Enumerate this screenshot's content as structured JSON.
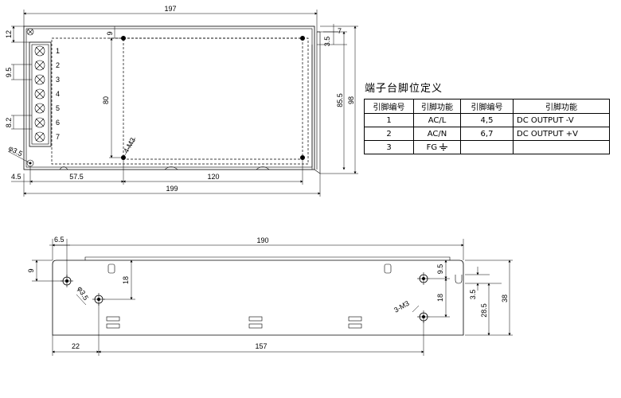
{
  "top_view": {
    "dims": {
      "overall_width_upper": "197",
      "overall_width_lower": "199",
      "overall_height": "98",
      "inner_height": "85.5",
      "mount_height": "80",
      "margin_top": "12",
      "margin_right": "7",
      "offset_9": "9",
      "offset_3_5": "3.5",
      "pitch_9_5": "9.5",
      "pitch_8_2": "8.2",
      "hole_left": "4.5",
      "hole_pos_1": "57.5",
      "hole_spacing": "120",
      "hole_dia": "φ3.5",
      "screw": "4-M3"
    },
    "terminal_numbers": [
      "1",
      "2",
      "3",
      "4",
      "5",
      "6",
      "7"
    ]
  },
  "side_view": {
    "dims": {
      "length": "190",
      "left_offset": "6.5",
      "top_offset": "9",
      "height_18_left": "18",
      "hole_dia": "φ3.5",
      "pos_22": "22",
      "pos_157": "157",
      "right_9_5": "9.5",
      "right_18": "18",
      "screw": "3-M3",
      "right_3_5": "3.5",
      "right_28_5": "28.5",
      "total_38": "38"
    }
  },
  "pin_table": {
    "title": "端子台脚位定义",
    "headers": [
      "引脚编号",
      "引脚功能",
      "引脚编号",
      "引脚功能"
    ],
    "rows": [
      {
        "pin_a": "1",
        "func_a": "AC/L",
        "pin_b": "4,5",
        "func_b": "DC OUTPUT -V"
      },
      {
        "pin_a": "2",
        "func_a": "AC/N",
        "pin_b": "6,7",
        "func_b": "DC OUTPUT +V"
      },
      {
        "pin_a": "3",
        "func_a": "FG",
        "pin_b": "",
        "func_b": ""
      }
    ]
  }
}
